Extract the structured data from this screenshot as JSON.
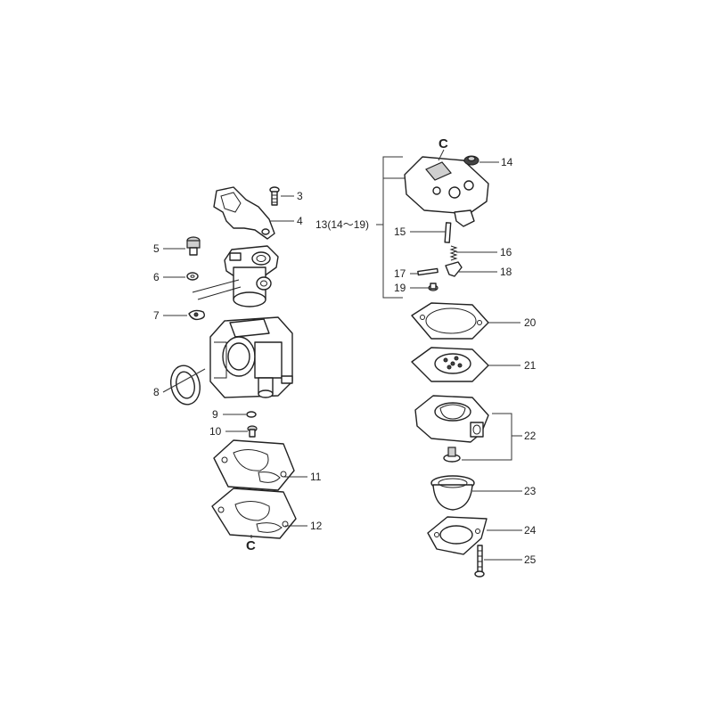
{
  "callouts": {
    "c_top": "C",
    "c_bottom": "C",
    "p3": "3",
    "p4": "4",
    "p5": "5",
    "p6": "6",
    "p7": "7",
    "p8": "8",
    "p9": "9",
    "p10": "10",
    "p11": "11",
    "p12": "12",
    "p13": "13(14～19)",
    "p14": "14",
    "p15": "15",
    "p16": "16",
    "p17": "17",
    "p18": "18",
    "p19": "19",
    "p20": "20",
    "p21": "21",
    "p22": "22",
    "p23": "23",
    "p24": "24",
    "p25": "25"
  }
}
